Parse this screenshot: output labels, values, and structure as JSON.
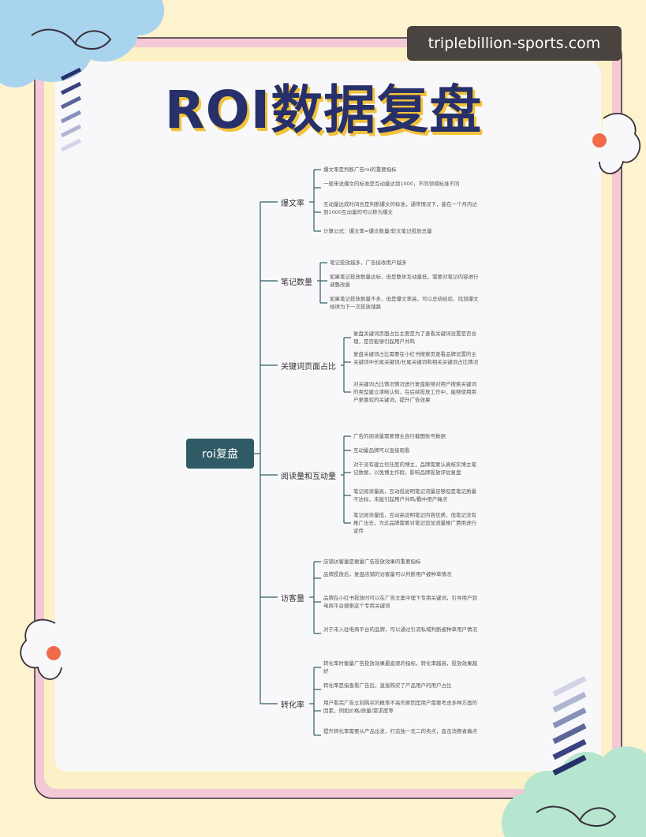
{
  "watermark": "triplebillion-sports.com",
  "title": "ROI数据复盘",
  "colors": {
    "background": "#fdf3cf",
    "frame_outer": "#f4c9d6",
    "paper": "#f8f8fa",
    "title": "#27306a",
    "title_shadow": "#f2c23a",
    "root_node": "#2f5b67",
    "connector": "#2f5b67",
    "watermark_bg": "#4a4440"
  },
  "mindmap": {
    "root": "roi复盘",
    "branches": [
      {
        "label": "爆文率",
        "leaves": [
          "爆文率是判断广告roi的重要指标",
          "一般来说爆文的标准是互动量达到1000，不同领域标准不同",
          "互动量达成时间也是判断爆文的标准，通常情况下，能在一个月内达到1000互动量的可以称为爆文",
          "计算公式：爆文率=爆文数量/软文笔记投放总量"
        ]
      },
      {
        "label": "笔记数量",
        "leaves": [
          "笔记投放越多，广告接收用户越多",
          "如果笔记投放数量达标，但是整体互动量低，需要对笔记内容进行调整改善",
          "如果笔记投放数量不多，但是爆文率高，可以总结经验，找到爆文规律为下一次投放铺路"
        ]
      },
      {
        "label": "关键词页面占比",
        "leaves": [
          "复盘关键词页面占比主要是为了查看关键词设置是否合理，是否能够引起用户共鸣",
          "复盘关键词占比需要在小红书搜索页查看品牌设置的主关键词中长尾关键词/长尾关键词和相关关键词占比情况",
          "对关键词占比情况情况进行复盘能够对用户搜索关键词的类型建立清晰认知，在后续投放工作中，能够使用用户更喜欢的关键词，提升广告效果"
        ]
      },
      {
        "label": "阅读量和互动量",
        "leaves": [
          "广告的阅读量需要博主自行截图账号数据",
          "互动量品牌可以直接观看",
          "对于没有建立信任度的博主，品牌需要认真核实博主笔记数据，以免博主作假，影响品牌投放评估复盘",
          "笔记阅读量高，互动低说明笔记流量足够但是笔记质量不达标，未能引起用户共鸣/戳中用户痛点",
          "笔记阅读量低，互动高说明笔记内容优质，但笔记没有推广出去，为此品牌需要对笔记追加流量推广费用进行宣传"
        ]
      },
      {
        "label": "访客量",
        "leaves": [
          "店铺访客量是衡量广告投放效果的重要指标",
          "品牌投放后，复盘店铺的访客量可以判断用户被种草情况",
          "品牌在小红书投放时可以在广告文案中埋下专用关键词，引导用户到电商平台搜索这个专用关键词",
          "对于未入驻电商平台的品牌，可以通过引流私域判断被种草用户情况"
        ]
      },
      {
        "label": "转化率",
        "leaves": [
          "转化率时衡量广告投放效果最直观的指标，转化率越高，投放效果越好",
          "转化率是指查看广告后，直接购买了产品用户的用户占比",
          "用户看完广告立刻购买的概率不高的原因是用户需要考虑多种方面的因素，例如价格/质量/需求度等",
          "提升转化率需要从产品出发，打造独一无二的卖点，直击消费者痛点"
        ]
      }
    ]
  }
}
